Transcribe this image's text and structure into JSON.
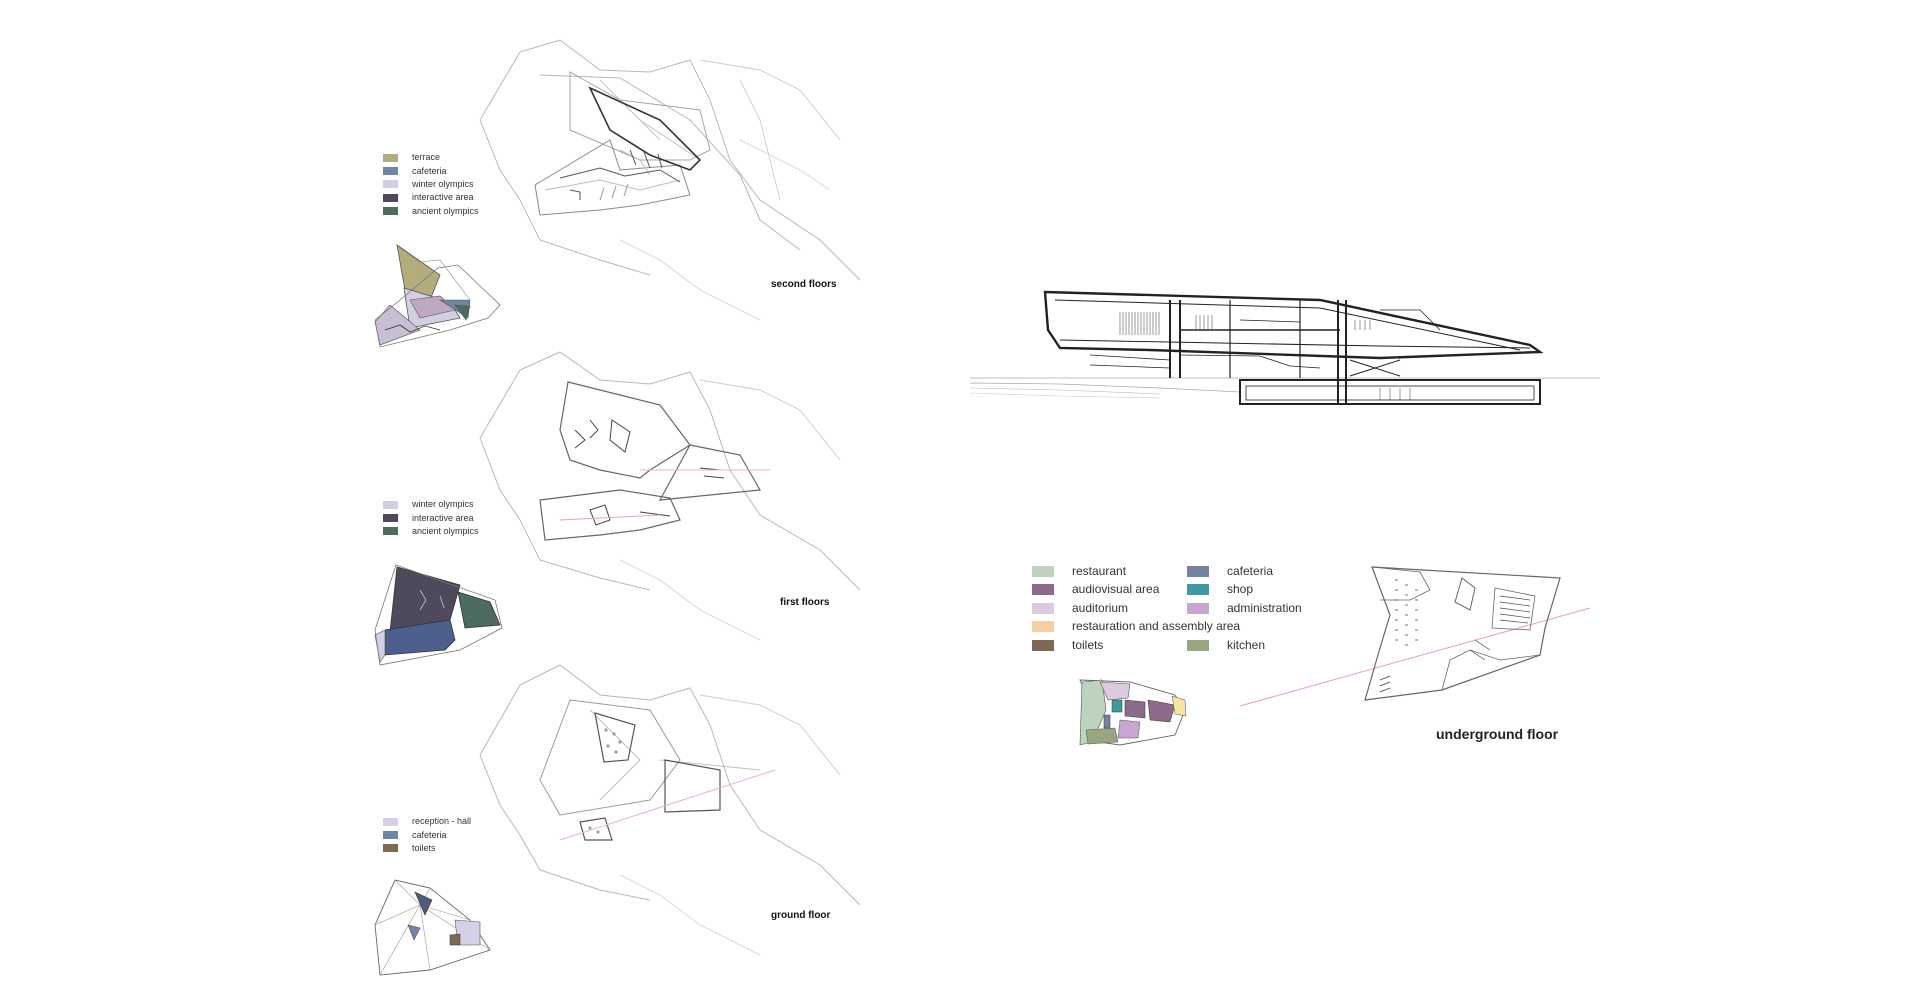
{
  "plans": {
    "second": {
      "title": "second floors",
      "legend": [
        {
          "label": "terrace",
          "color": "#b3ac7c"
        },
        {
          "label": "cafeteria",
          "color": "#6f86a6"
        },
        {
          "label": "winter olympics",
          "color": "#d3cfe3"
        },
        {
          "label": "interactive area",
          "color": "#4e4a5c"
        },
        {
          "label": "ancient olympics",
          "color": "#4d6b63"
        }
      ]
    },
    "first": {
      "title": "first floors",
      "legend": [
        {
          "label": "winter olympics",
          "color": "#d3cfe3"
        },
        {
          "label": "interactive area",
          "color": "#4e4a5c"
        },
        {
          "label": "ancient olympics",
          "color": "#4d6b63"
        }
      ]
    },
    "ground": {
      "title": "ground floor",
      "legend": [
        {
          "label": "reception - hall",
          "color": "#d6d0e6"
        },
        {
          "label": "cafeteria",
          "color": "#6f86a6"
        },
        {
          "label": "toilets",
          "color": "#7c6a52"
        }
      ]
    },
    "underground": {
      "title": "underground floor",
      "legend": [
        {
          "label": "restaurant",
          "color": "#bdd3bd"
        },
        {
          "label": "audiovisual area",
          "color": "#8c6a8c"
        },
        {
          "label": "auditorium",
          "color": "#dccadf"
        },
        {
          "label": "restauration and assembly area",
          "color": "#f5cf9e"
        },
        {
          "label": "toilets",
          "color": "#7c6a52"
        },
        {
          "label": "cafeteria",
          "color": "#74839e"
        },
        {
          "label": "shop",
          "color": "#3e9aa0"
        },
        {
          "label": "administration",
          "color": "#c9a6cf"
        },
        {
          "label": "kitchen",
          "color": "#98a57f"
        }
      ]
    }
  }
}
